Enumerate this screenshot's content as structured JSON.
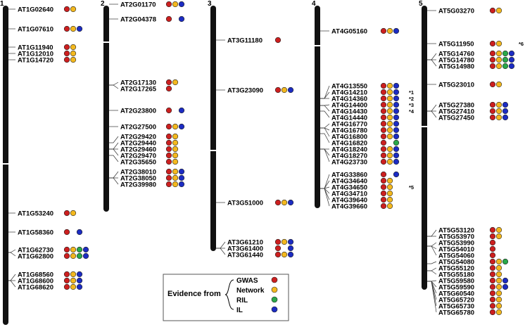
{
  "colors": {
    "GWAS": "#cc1f1f",
    "Network": "#f3b81e",
    "RIL": "#2aa84a",
    "IL": "#1c2cc2"
  },
  "chromosomes": [
    {
      "label": "1",
      "genes": [
        {
          "name": "AT1G02640",
          "ev": [
            "GWAS",
            "Network"
          ]
        },
        {
          "name": "AT1G07610",
          "ev": [
            "GWAS",
            "Network",
            "IL"
          ]
        },
        {
          "name": "AT1G11940",
          "ev": [
            "GWAS",
            "Network"
          ]
        },
        {
          "name": "AT1G12010",
          "ev": [
            "GWAS",
            "Network"
          ]
        },
        {
          "name": "AT1G14720",
          "ev": [
            "GWAS",
            "Network"
          ]
        },
        {
          "name": "AT1G53240",
          "ev": [
            "GWAS",
            "Network"
          ]
        },
        {
          "name": "AT1G58360",
          "ev": [
            "GWAS",
            "",
            "IL"
          ]
        },
        {
          "name": "AT1G62730",
          "ev": [
            "GWAS",
            "Network",
            "RIL",
            "IL"
          ]
        },
        {
          "name": "AT1G62800",
          "ev": [
            "GWAS",
            "Network",
            "RIL",
            "IL"
          ]
        },
        {
          "name": "AT1G68560",
          "ev": [
            "GWAS",
            "Network",
            "IL"
          ]
        },
        {
          "name": "AT1G68600",
          "ev": [
            "GWAS",
            "Network",
            "IL"
          ]
        },
        {
          "name": "AT1G68620",
          "ev": [
            "GWAS",
            "Network",
            "IL"
          ]
        }
      ]
    },
    {
      "label": "2",
      "genes": [
        {
          "name": "AT2G01170",
          "ev": [
            "GWAS",
            "Network",
            "IL"
          ]
        },
        {
          "name": "AT2G04378",
          "ev": [
            "GWAS",
            "",
            "IL"
          ]
        },
        {
          "name": "AT2G17130",
          "ev": [
            "GWAS",
            "Network"
          ]
        },
        {
          "name": "AT2G17265",
          "ev": [
            "GWAS"
          ]
        },
        {
          "name": "AT2G23800",
          "ev": [
            "GWAS",
            "",
            "IL"
          ]
        },
        {
          "name": "AT2G27500",
          "ev": [
            "GWAS",
            "Network",
            "IL"
          ]
        },
        {
          "name": "AT2G29420",
          "ev": [
            "GWAS",
            "Network"
          ]
        },
        {
          "name": "AT2G29440",
          "ev": [
            "GWAS",
            "Network"
          ]
        },
        {
          "name": "AT2G29460",
          "ev": [
            "GWAS",
            "Network"
          ]
        },
        {
          "name": "AT2G29470",
          "ev": [
            "GWAS",
            "Network"
          ]
        },
        {
          "name": "AT2G35650",
          "ev": [
            "GWAS",
            "Network"
          ]
        },
        {
          "name": "AT2G38010",
          "ev": [
            "GWAS",
            "Network",
            "IL"
          ]
        },
        {
          "name": "AT2G38050",
          "ev": [
            "GWAS",
            "Network",
            "IL"
          ]
        },
        {
          "name": "AT2G39980",
          "ev": [
            "GWAS",
            "Network",
            "IL"
          ]
        }
      ]
    },
    {
      "label": "3",
      "genes": [
        {
          "name": "AT3G11180",
          "ev": [
            "GWAS"
          ]
        },
        {
          "name": "AT3G23090",
          "ev": [
            "GWAS",
            "Network",
            "IL"
          ]
        },
        {
          "name": "AT3G51000",
          "ev": [
            "GWAS",
            "Network",
            "IL"
          ]
        },
        {
          "name": "AT3G61210",
          "ev": [
            "GWAS",
            "Network",
            "IL"
          ]
        },
        {
          "name": "AT3G61400",
          "ev": [
            "GWAS",
            "",
            "IL"
          ]
        },
        {
          "name": "AT3G61440",
          "ev": [
            "GWAS",
            "Network",
            "IL"
          ]
        }
      ]
    },
    {
      "label": "4",
      "genes": [
        {
          "name": "AT4G05160",
          "ev": [
            "GWAS",
            "Network",
            "IL"
          ]
        },
        {
          "name": "AT4G13550",
          "ev": [
            "GWAS",
            "Network",
            "IL"
          ]
        },
        {
          "name": "AT4G14210",
          "ev": [
            "GWAS",
            "Network",
            "IL"
          ],
          "note": "*1"
        },
        {
          "name": "AT4G14360",
          "ev": [
            "GWAS",
            "Network",
            "IL"
          ],
          "note": "*2"
        },
        {
          "name": "AT4G14400",
          "ev": [
            "GWAS",
            "Network",
            "IL"
          ],
          "note": "*3"
        },
        {
          "name": "AT4G14430",
          "ev": [
            "GWAS",
            "Network",
            "IL"
          ],
          "note": "*4"
        },
        {
          "name": "AT4G14440",
          "ev": [
            "GWAS",
            "Network",
            "IL"
          ]
        },
        {
          "name": "AT4G16770",
          "ev": [
            "GWAS",
            "Network",
            "IL"
          ]
        },
        {
          "name": "AT4G16780",
          "ev": [
            "GWAS",
            "Network",
            "IL"
          ]
        },
        {
          "name": "AT4G16800",
          "ev": [
            "GWAS",
            "Network",
            "IL"
          ]
        },
        {
          "name": "AT4G16820",
          "ev": [
            "GWAS",
            "",
            "RIL"
          ]
        },
        {
          "name": "AT4G18240",
          "ev": [
            "GWAS",
            "Network",
            "IL"
          ]
        },
        {
          "name": "AT4G18270",
          "ev": [
            "GWAS",
            "Network",
            "IL"
          ]
        },
        {
          "name": "AT4G23730",
          "ev": [
            "GWAS",
            "Network",
            "IL"
          ]
        },
        {
          "name": "AT4G33860",
          "ev": [
            "GWAS",
            "",
            "IL"
          ]
        },
        {
          "name": "AT4G34640",
          "ev": [
            "GWAS",
            "Network"
          ]
        },
        {
          "name": "AT4G34650",
          "ev": [
            "GWAS",
            "Network"
          ],
          "note": "*5"
        },
        {
          "name": "AT4G34710",
          "ev": [
            "GWAS",
            "Network"
          ]
        },
        {
          "name": "AT4G39640",
          "ev": [
            "GWAS",
            "Network"
          ]
        },
        {
          "name": "AT4G39660",
          "ev": [
            "GWAS",
            "Network"
          ]
        }
      ]
    },
    {
      "label": "5",
      "genes": [
        {
          "name": "AT5G03270",
          "ev": [
            "GWAS",
            "Network"
          ]
        },
        {
          "name": "AT5G11950",
          "ev": [
            "GWAS",
            "Network"
          ],
          "note": "*6"
        },
        {
          "name": "AT5G14760",
          "ev": [
            "GWAS",
            "Network",
            "RIL",
            "IL"
          ]
        },
        {
          "name": "AT5G14780",
          "ev": [
            "GWAS",
            "Network",
            "RIL",
            "IL"
          ]
        },
        {
          "name": "AT5G14980",
          "ev": [
            "GWAS",
            "Network",
            "RIL",
            "IL"
          ]
        },
        {
          "name": "AT5G23010",
          "ev": [
            "GWAS",
            "Network"
          ]
        },
        {
          "name": "AT5G27380",
          "ev": [
            "GWAS",
            "Network",
            "IL"
          ]
        },
        {
          "name": "AT5G27410",
          "ev": [
            "GWAS",
            "Network",
            "IL"
          ]
        },
        {
          "name": "AT5G27450",
          "ev": [
            "GWAS",
            "Network",
            "IL"
          ]
        },
        {
          "name": "AT5G53120",
          "ev": [
            "GWAS",
            "Network"
          ]
        },
        {
          "name": "AT5G53970",
          "ev": [
            "GWAS",
            "Network"
          ]
        },
        {
          "name": "AT5G53990",
          "ev": [
            "GWAS"
          ]
        },
        {
          "name": "AT5G54010",
          "ev": [
            "GWAS"
          ]
        },
        {
          "name": "AT5G54060",
          "ev": [
            "GWAS"
          ]
        },
        {
          "name": "AT5G54080",
          "ev": [
            "GWAS",
            "Network",
            "RIL"
          ]
        },
        {
          "name": "AT5G55120",
          "ev": [
            "GWAS",
            "Network"
          ]
        },
        {
          "name": "AT5G55180",
          "ev": [
            "GWAS",
            "Network"
          ]
        },
        {
          "name": "AT5G59580",
          "ev": [
            "GWAS",
            "Network",
            "IL"
          ]
        },
        {
          "name": "AT5G59590",
          "ev": [
            "GWAS",
            "Network",
            "IL"
          ]
        },
        {
          "name": "AT5G60540",
          "ev": [
            "GWAS",
            "Network"
          ]
        },
        {
          "name": "AT5G65720",
          "ev": [
            "GWAS",
            "Network"
          ]
        },
        {
          "name": "AT5G65730",
          "ev": [
            "GWAS",
            "Network"
          ]
        },
        {
          "name": "AT5G65780",
          "ev": [
            "GWAS",
            "Network"
          ]
        }
      ]
    }
  ],
  "legend": {
    "title": "Evidence from",
    "items": [
      {
        "label": "GWAS",
        "key": "GWAS"
      },
      {
        "label": "Network",
        "key": "Network"
      },
      {
        "label": "RIL",
        "key": "RIL"
      },
      {
        "label": "IL",
        "key": "IL"
      }
    ]
  }
}
